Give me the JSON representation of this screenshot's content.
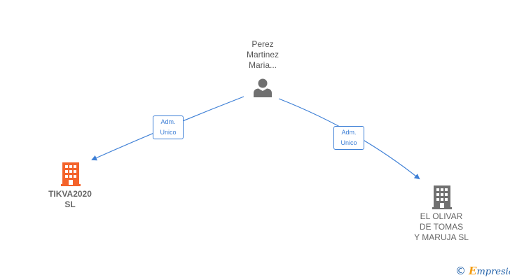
{
  "nodes": {
    "person": {
      "label": "Perez\nMartinez\nMaria...",
      "icon": "person-icon"
    },
    "company_left": {
      "label": "TIKVA2020\nSL",
      "icon": "building-icon",
      "color": "#f4632a"
    },
    "company_right": {
      "label": "EL OLIVAR\nDE TOMAS\nY MARUJA  SL",
      "icon": "building-icon",
      "color": "#707070"
    }
  },
  "edges": [
    {
      "from": "person",
      "to": "company_left",
      "label": "Adm.\nUnico"
    },
    {
      "from": "person",
      "to": "company_right",
      "label": "Adm.\nUnico"
    }
  ],
  "colors": {
    "edge": "#3d7fd6",
    "person_icon": "#707070"
  },
  "branding": {
    "symbol": "©",
    "first_letter": "E",
    "rest": "mpresia"
  }
}
